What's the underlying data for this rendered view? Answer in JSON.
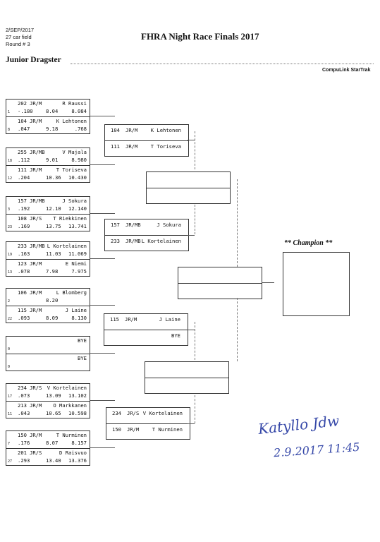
{
  "header": {
    "date": "2/SEP/2017",
    "field": "27 car field",
    "round": "Round # 3",
    "title": "FHRA Night Race Finals 2017",
    "class_name": "Junior Dragster",
    "software": "CompuLink StarTrak"
  },
  "round1": [
    {
      "top": {
        "car": "202",
        "cls": "JR/M",
        "name": "R Raussi",
        "seed": "1",
        "rt": "-.180",
        "et": "8.04",
        "dial": "8.084"
      },
      "bot": {
        "car": "104",
        "cls": "JR/M",
        "name": "K Lehtonen",
        "seed": "8",
        "rt": ".047",
        "et": "9.18",
        "dial": ".768"
      }
    },
    {
      "top": {
        "car": "255",
        "cls": "JR/MB",
        "name": "V Majala",
        "seed": "18",
        "rt": ".112",
        "et": "9.01",
        "dial": "8.980"
      },
      "bot": {
        "car": "111",
        "cls": "JR/M",
        "name": "T Toriseva",
        "seed": "12",
        "rt": ".204",
        "et": "10.36",
        "dial": "10.430"
      }
    },
    {
      "top": {
        "car": "157",
        "cls": "JR/MB",
        "name": "J Sokura",
        "seed": "3",
        "rt": ".192",
        "et": "12.10",
        "dial": "12.140"
      },
      "bot": {
        "car": "108",
        "cls": "JR/S",
        "name": "T Riekkinen",
        "seed": "23",
        "rt": ".169",
        "et": "13.75",
        "dial": "13.741"
      }
    },
    {
      "top": {
        "car": "233",
        "cls": "JR/MB",
        "name": "L Kortelainen",
        "seed": "19",
        "rt": ".163",
        "et": "11.03",
        "dial": "11.069"
      },
      "bot": {
        "car": "123",
        "cls": "JR/M",
        "name": "E Niemi",
        "seed": "13",
        "rt": ".078",
        "et": "7.98",
        "dial": "7.975"
      }
    },
    {
      "top": {
        "car": "106",
        "cls": "JR/M",
        "name": "L Blomberg",
        "seed": "2",
        "rt": "",
        "et": "8.20",
        "dial": ""
      },
      "bot": {
        "car": "115",
        "cls": "JR/M",
        "name": "J Laine",
        "seed": "22",
        "rt": ".093",
        "et": "8.09",
        "dial": "8.130"
      }
    },
    {
      "top": {
        "car": "",
        "cls": "",
        "name": "BYE",
        "seed": "0",
        "rt": "",
        "et": "",
        "dial": ""
      },
      "bot": {
        "car": "",
        "cls": "",
        "name": "BYE",
        "seed": "0",
        "rt": "",
        "et": "",
        "dial": ""
      }
    },
    {
      "top": {
        "car": "234",
        "cls": "JR/S",
        "name": "V Kortelainen",
        "seed": "17",
        "rt": ".073",
        "et": "13.09",
        "dial": "13.102"
      },
      "bot": {
        "car": "213",
        "cls": "JR/M",
        "name": "O Markkanen",
        "seed": "11",
        "rt": ".043",
        "et": "10.65",
        "dial": "10.598"
      }
    },
    {
      "top": {
        "car": "150",
        "cls": "JR/M",
        "name": "T Nurminen",
        "seed": "7",
        "rt": ".176",
        "et": "8.07",
        "dial": "8.157"
      },
      "bot": {
        "car": "201",
        "cls": "JR/S",
        "name": "D Raisvuo",
        "seed": "27",
        "rt": ".293",
        "et": "13.40",
        "dial": "13.376"
      }
    }
  ],
  "round2": [
    {
      "top": {
        "car": "104",
        "cls": "JR/M",
        "name": "K Lehtonen"
      },
      "bot": {
        "car": "111",
        "cls": "JR/M",
        "name": "T Toriseva"
      }
    },
    {
      "top": {
        "car": "157",
        "cls": "JR/MB",
        "name": "J Sokura"
      },
      "bot": {
        "car": "233",
        "cls": "JR/MB",
        "name": "L Kortelainen"
      }
    },
    {
      "top": {
        "car": "115",
        "cls": "JR/M",
        "name": "J Laine"
      },
      "bot": {
        "car": "",
        "cls": "",
        "name": "BYE"
      }
    },
    {
      "top": {
        "car": "234",
        "cls": "JR/S",
        "name": "V Kortelainen"
      },
      "bot": {
        "car": "150",
        "cls": "JR/M",
        "name": "T Nurminen"
      }
    }
  ],
  "champion_label": "** Champion **",
  "signature": {
    "name": "Katyllo Jdw",
    "datetime": "2.9.2017 11:45"
  }
}
